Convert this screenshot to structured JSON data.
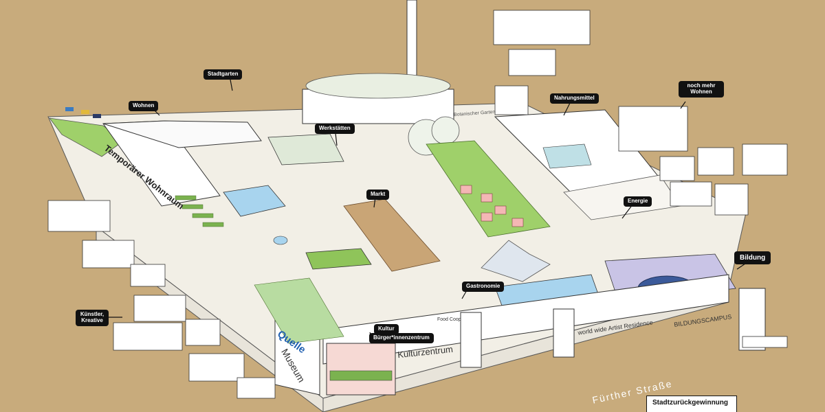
{
  "labels": {
    "stadtgarten": "Stadtgarten",
    "wohnen": "Wohnen",
    "werkstaetten": "Werkstätten",
    "markt": "Markt",
    "nahrungsmittel": "Nahrungsmittel",
    "noch_mehr_wohnen": "noch mehr Wohnen",
    "energie": "Energie",
    "bildung": "Bildung",
    "gastronomie": "Gastronomie",
    "kuenstler": "Künstler, Kreative",
    "kultur": "Kultur",
    "buerger": "Bürger*innenzentrum"
  },
  "signs": {
    "temporaerer_wohnraum": "Temporärer Wohnraum",
    "quelle": "Quelle",
    "museum": "Museum",
    "kulturzentrum": "Kulturzentrum",
    "world_wide": "world wide Artist Residence",
    "bildungscampus": "BILDUNGSCAMPUS",
    "botanischer_garten": "Botanischer Garten",
    "food_coop": "Food Coop",
    "fuerther_strasse": "Fürther Straße",
    "stadtzurueck": "Stadtzurückgewinnung"
  },
  "colors": {
    "background": "#c8ab7c",
    "building": "#ffffff",
    "green": "#9fd06a",
    "water": "#a8d4ee",
    "tag": "#111111",
    "bildung_floor": "#c9c4e6"
  }
}
